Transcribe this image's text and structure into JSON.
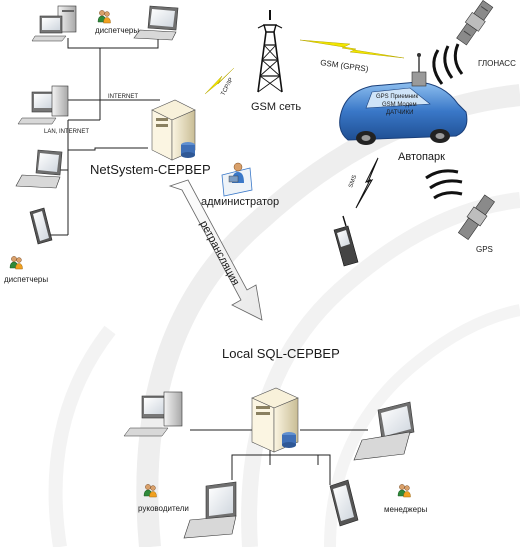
{
  "labels": {
    "dispatchers_top": "диспетчеры",
    "internet": "INTERNET",
    "lan_internet": "LAN, INTERNET",
    "dispatchers_bottom": "диспетчеры",
    "netsystem_server": "NetSystem-СЕРВЕР",
    "administrator": "администратор",
    "tcp_ip": "TCP/IP",
    "gsm_network": "GSM сеть",
    "gsm_gprs": "GSM (GPRS)",
    "glonass": "ГЛОНАСС",
    "car_line1": "GPS Приемник",
    "car_line2": "GSM Модем",
    "car_line3": "ДАТЧИКИ",
    "fleet": "Автопарк",
    "sms": "SMS",
    "gps": "GPS",
    "relay": "ретрансляция",
    "local_sql_server": "Local SQL-СЕРВЕР",
    "managers_heads": "руководители",
    "managers": "менеджеры"
  },
  "colors": {
    "line": "#222222",
    "lightning": "#f2e600",
    "car": "#3a78c8",
    "server": "#efe6c8",
    "disk": "#3f6fb6",
    "arc": "#e8e8e8"
  }
}
